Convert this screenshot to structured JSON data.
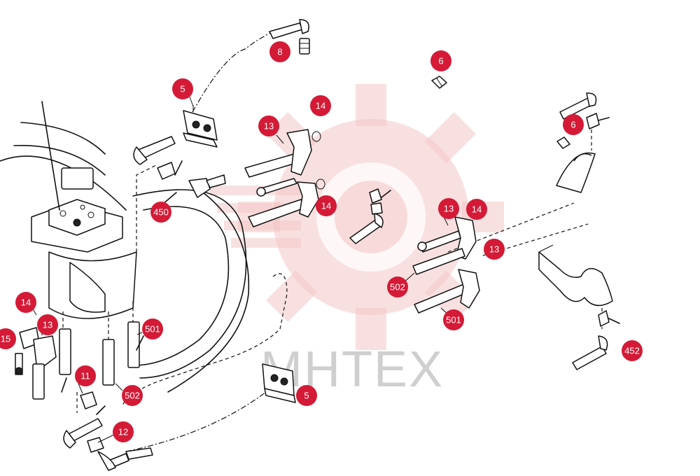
{
  "watermark": {
    "text": "MHTEX",
    "gear_color": "#f4c7c7",
    "text_color": "#cfcfcf"
  },
  "callout_color": "#d41a36",
  "callouts": {
    "c8": "8",
    "c6a": "6",
    "c5a": "5",
    "c14a": "14",
    "c13a": "13",
    "c6b": "6",
    "c450": "450",
    "c14b": "14",
    "c13b": "13",
    "c14c": "14",
    "c13c": "13",
    "c502a": "502",
    "c501a": "501",
    "c14d": "14",
    "c13d": "13",
    "c15": "15",
    "c501b": "501",
    "c11": "11",
    "c502b": "502",
    "c5b": "5",
    "c452": "452",
    "c12": "12"
  }
}
